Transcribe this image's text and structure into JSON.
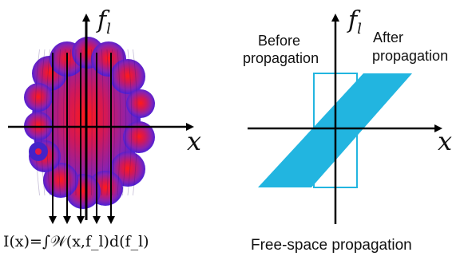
{
  "left_panel": {
    "vertical_axis_label": "f",
    "vertical_axis_sub": "l",
    "horizontal_axis_label": "x",
    "formula": "I(x)=∫𝒲(x,f_l)d(f_l)",
    "colors": {
      "blob_center": "#ff1a1a",
      "blob_mid": "#b01c7a",
      "blob_edge": "#3b1fe0",
      "arrows": "#000000"
    }
  },
  "right_panel": {
    "vertical_axis_label": "f",
    "vertical_axis_sub": "l",
    "horizontal_axis_label": "x",
    "before_line1": "Before",
    "before_line2": "propagation",
    "after_line1": "After",
    "after_line2": "propagation",
    "caption": "Free-space propagation",
    "colors": {
      "fill": "#22b5e0",
      "outline": "#22b5e0"
    }
  }
}
